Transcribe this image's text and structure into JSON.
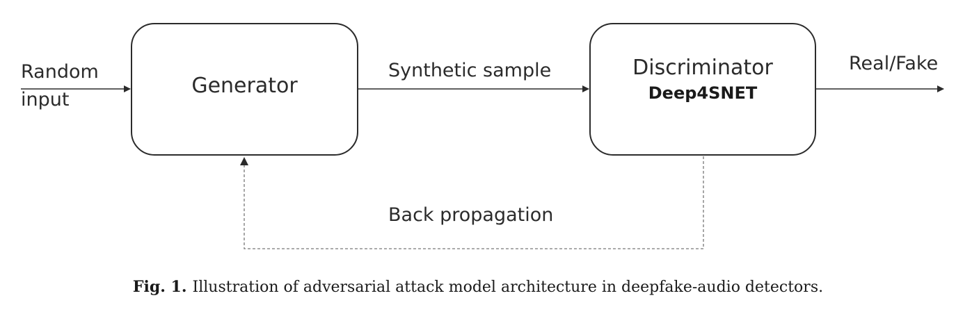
{
  "diagram": {
    "input_label_line1": "Random",
    "input_label_line2": "input",
    "generator_label": "Generator",
    "synthetic_label": "Synthetic sample",
    "discriminator_label": "Discriminator",
    "discriminator_sublabel": "Deep4SNET",
    "output_label": "Real/Fake",
    "backprop_label": "Back propagation"
  },
  "caption": {
    "prefix": "Fig. 1.",
    "text": "Illustration of adversarial attack model architecture in deepfake-audio detectors."
  },
  "colors": {
    "stroke": "#2b2b2b",
    "dashed_stroke": "#777777",
    "background": "#ffffff"
  }
}
